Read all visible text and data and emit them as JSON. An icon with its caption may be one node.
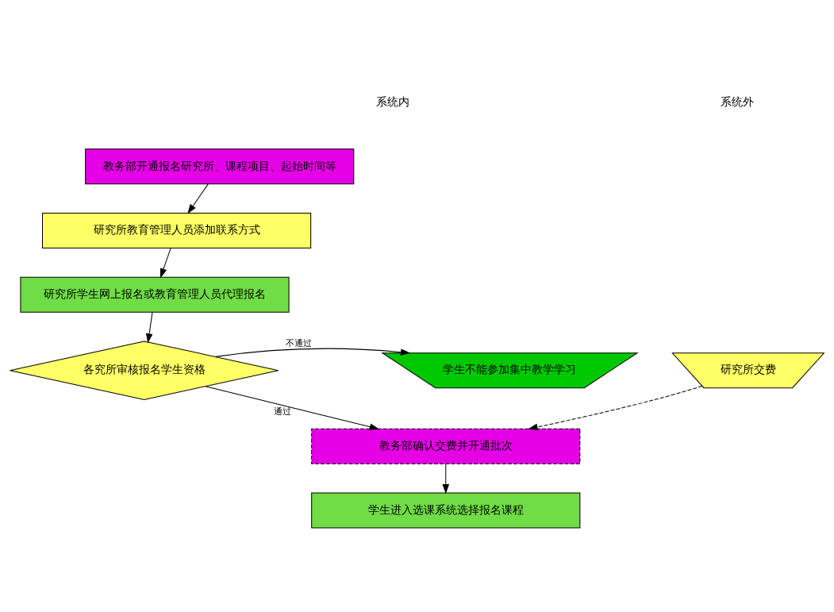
{
  "diagram": {
    "nodes": [
      {
        "text": [
          "教务部开通报名研究所、课程项目、起始时间等"
        ]
      },
      {
        "text": [
          "研究所教育管理人员添加联系方式"
        ]
      },
      {
        "text": [
          "研究所学生网上报名或教育管理人员代理报名"
        ]
      },
      {
        "text": [
          "各究所审核报名学生资格"
        ]
      },
      {
        "text": [
          "学生不能参加集中教学学习"
        ]
      },
      {
        "text": [
          "研究所交费"
        ]
      },
      {
        "text": [
          "教务部确认交费并开通批次"
        ]
      },
      {
        "text": [
          "学生进入选课系统选择报名课程"
        ]
      }
    ],
    "edges": [
      {
        "from": 0,
        "to": 1,
        "arrow": "to"
      },
      {
        "from": 1,
        "to": 2,
        "arrow": "to"
      },
      {
        "from": 2,
        "to": 3,
        "arrow": "to"
      },
      {
        "from": 3,
        "to": 4,
        "arrow": "to",
        "label": "不通过"
      },
      {
        "from": 3,
        "to": 6,
        "arrow": "to",
        "label": "通过"
      },
      {
        "from": 5,
        "to": 6,
        "arrow": "to",
        "style": "dashed"
      },
      {
        "from": 6,
        "to": 7,
        "arrow": "to"
      }
    ],
    "labels": [
      "系统内",
      "系统外"
    ]
  }
}
